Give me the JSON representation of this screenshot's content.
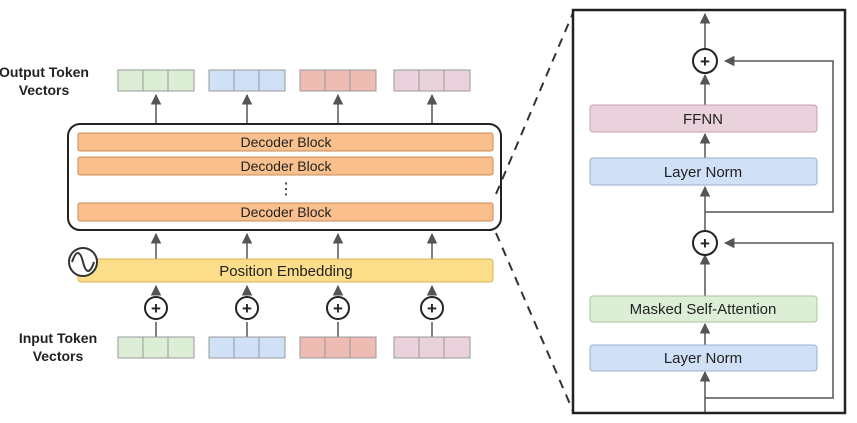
{
  "labels": {
    "output_line1": "Output Token",
    "output_line2": "Vectors",
    "input_line1": "Input Token",
    "input_line2": "Vectors",
    "decoder_block": "Decoder Block",
    "ellipsis": "⋮",
    "position_embedding": "Position Embedding",
    "plus": "+",
    "ffnn": "FFNN",
    "layer_norm": "Layer Norm",
    "masked_self_attention": "Masked Self-Attention"
  },
  "colors": {
    "green": "#dcefd6",
    "blue": "#cfe0f7",
    "red": "#efbcb4",
    "pink": "#ead2dc",
    "decoder": "#f9c08e",
    "position": "#fbdd8a",
    "ffnn": "#ead2dc",
    "layer_norm": "#cfe0f7",
    "attention": "#dcefd6"
  },
  "token_colors": [
    "green",
    "blue",
    "red",
    "pink"
  ]
}
